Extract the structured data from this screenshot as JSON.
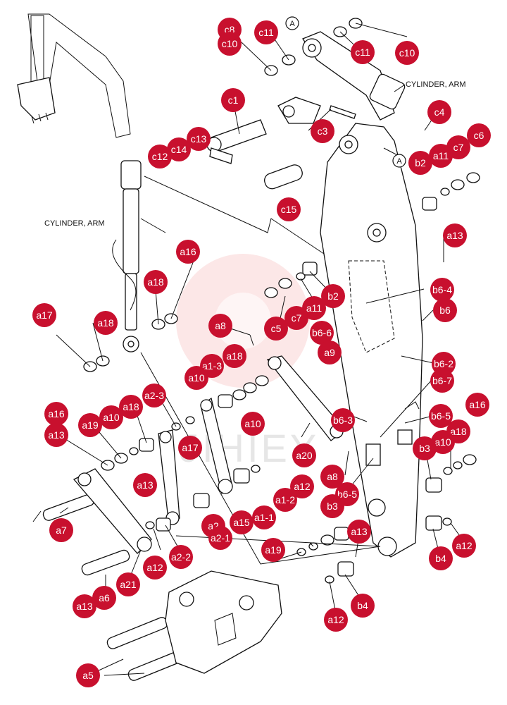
{
  "diagram": {
    "labels": {
      "cylinder_arm_top": "CYLINDER, ARM",
      "cylinder_arm_left": "CYLINDER, ARM",
      "ref_a": "A"
    },
    "watermark_text": "JIHIEY",
    "callouts": [
      "c8",
      "c10",
      "c11",
      "c11",
      "c10",
      "c1",
      "c12",
      "c14",
      "c13",
      "c3",
      "c4",
      "c6",
      "c7",
      "a11",
      "b2",
      "c15",
      "a13",
      "a16",
      "a18",
      "b2",
      "a11",
      "c7",
      "c5",
      "b6-4",
      "b6",
      "a17",
      "a18",
      "a8",
      "b6-6",
      "a9",
      "a18",
      "a1-3",
      "a10",
      "b6-2",
      "b6-7",
      "a16",
      "a10",
      "a2-3",
      "a18",
      "a19",
      "a13",
      "a17",
      "a10",
      "b6-3",
      "a20",
      "a16",
      "a18",
      "b6-5",
      "a10",
      "b3",
      "a12",
      "a8",
      "b6-5",
      "a7",
      "a13",
      "a2",
      "a15",
      "a1-2",
      "a1-1",
      "b3",
      "a13",
      "a19",
      "a2-1",
      "a2-2",
      "a12",
      "a6",
      "a21",
      "a12",
      "b4",
      "b4",
      "a12",
      "a13",
      "a5"
    ]
  }
}
